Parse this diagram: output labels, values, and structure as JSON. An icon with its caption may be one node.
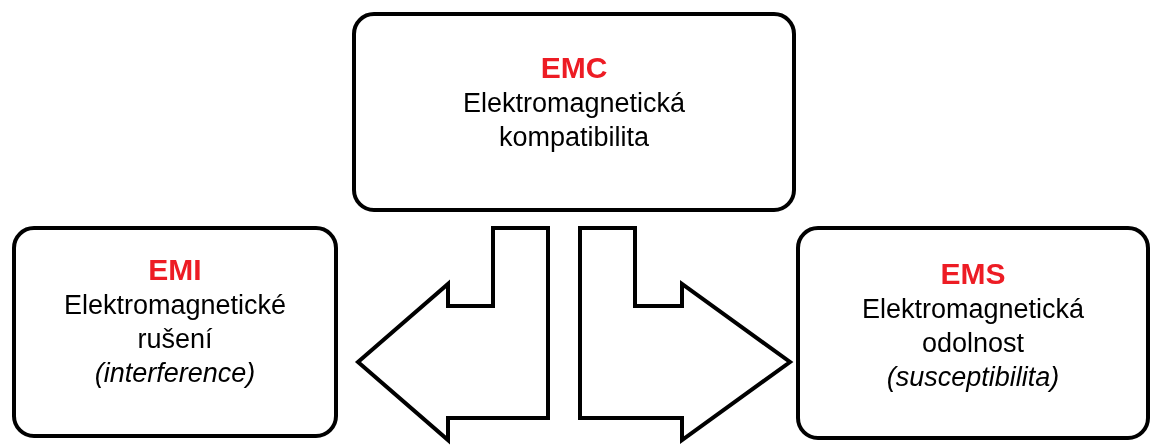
{
  "diagram": {
    "nodes": [
      {
        "text": [
          "EMC",
          "Elektromagnetická kompatibilita"
        ]
      },
      {
        "text": [
          "EMI",
          "Elektromagnetické rušení",
          "(interference)"
        ]
      },
      {
        "text": [
          "EMS",
          "Elektromagnetická odolnost",
          "(susceptibilita)"
        ]
      }
    ],
    "edges": [
      {
        "from": 0,
        "to": 1,
        "arrow": "to"
      },
      {
        "from": 0,
        "to": 2,
        "arrow": "to"
      }
    ]
  }
}
